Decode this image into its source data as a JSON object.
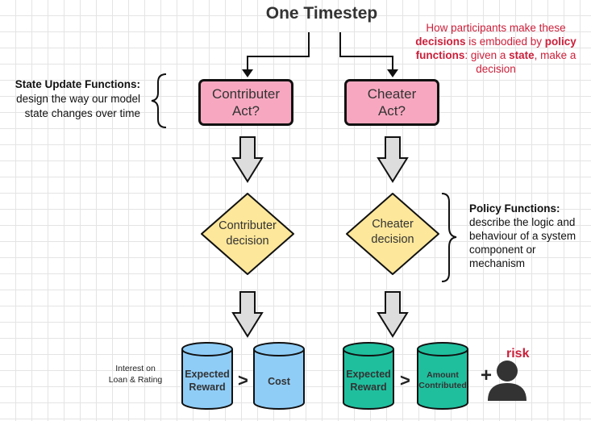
{
  "title": "One Timestep",
  "note": {
    "p1": "How participants make these ",
    "b1": "decisions",
    "p2": " is embodied by ",
    "b2": "policy functions",
    "p3": ": given a ",
    "b3": "state",
    "p4": ", make a decision"
  },
  "state_update": {
    "heading": "State Update Functions:",
    "body": "design the way our model state changes over time"
  },
  "policy": {
    "heading": "Policy Functions:",
    "body": "describe the logic and behaviour of a system component or mechanism"
  },
  "contributer": {
    "act_line1": "Contributer",
    "act_line2": "Act?",
    "decision_line1": "Contributer",
    "decision_line2": "decision",
    "reward_line1": "Expected",
    "reward_line2": "Reward",
    "cost": "Cost",
    "interest_line1": "Interest on",
    "interest_line2": "Loan & Rating"
  },
  "cheater": {
    "act_line1": "Cheater",
    "act_line2": "Act?",
    "decision_line1": "Cheater",
    "decision_line2": "decision",
    "reward_line1": "Expected",
    "reward_line2": "Reward",
    "amount_line1": "Amount",
    "amount_line2": "Contributed"
  },
  "symbols": {
    "gt": ">",
    "plus": "+"
  },
  "risk": "risk",
  "colors": {
    "act_box": "#f7a8c0",
    "decision": "#fde79a",
    "contributer_cylinder": "#8fcdf7",
    "cheater_cylinder": "#1fbf9e",
    "accent_red": "#cc1f3a",
    "arrow_fill": "#dddddd"
  },
  "icons": {
    "person": "person-icon"
  }
}
